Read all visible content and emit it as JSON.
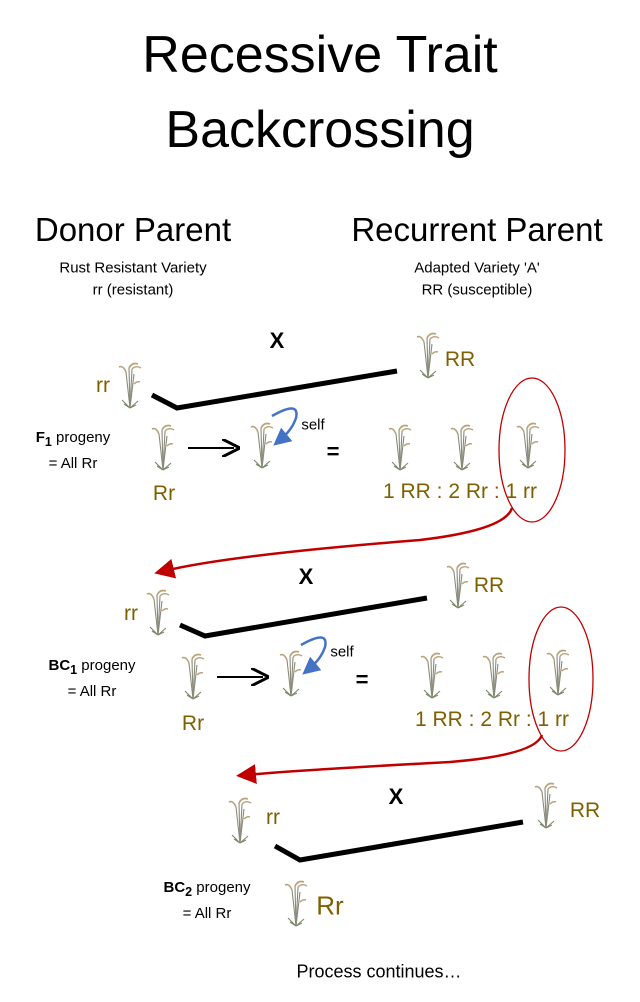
{
  "title": {
    "line1": "Recessive Trait",
    "line2": "Backcrossing"
  },
  "donor": {
    "heading": "Donor Parent",
    "line1": "Rust Resistant Variety",
    "line2": "rr (resistant)"
  },
  "recurrent": {
    "heading": "Recurrent Parent",
    "line1": "Adapted Variety 'A'",
    "line2": "RR (susceptible)"
  },
  "cross_symbol": "X",
  "self_label": "self",
  "equals": "=",
  "generations": [
    {
      "prefix": "F",
      "sub": "1",
      "suffix": " progeny",
      "all": "= All Rr",
      "donor": "rr",
      "recurrent": "RR",
      "progeny": "Rr",
      "ratio": "1 RR : 2 Rr : 1 rr"
    },
    {
      "prefix": "BC",
      "sub": "1",
      "suffix": " progeny",
      "all": "= All Rr",
      "donor": "rr",
      "recurrent": "RR",
      "progeny": "Rr",
      "ratio": "1 RR : 2 Rr : 1 rr"
    },
    {
      "prefix": "BC",
      "sub": "2",
      "suffix": " progeny",
      "all": "= All Rr",
      "donor": "rr",
      "recurrent": "RR",
      "progeny": "Rr"
    }
  ],
  "footer": "Process continues…",
  "colors": {
    "genotype": "#7f6000",
    "selection": "#c00000",
    "self": "#4472c4"
  }
}
